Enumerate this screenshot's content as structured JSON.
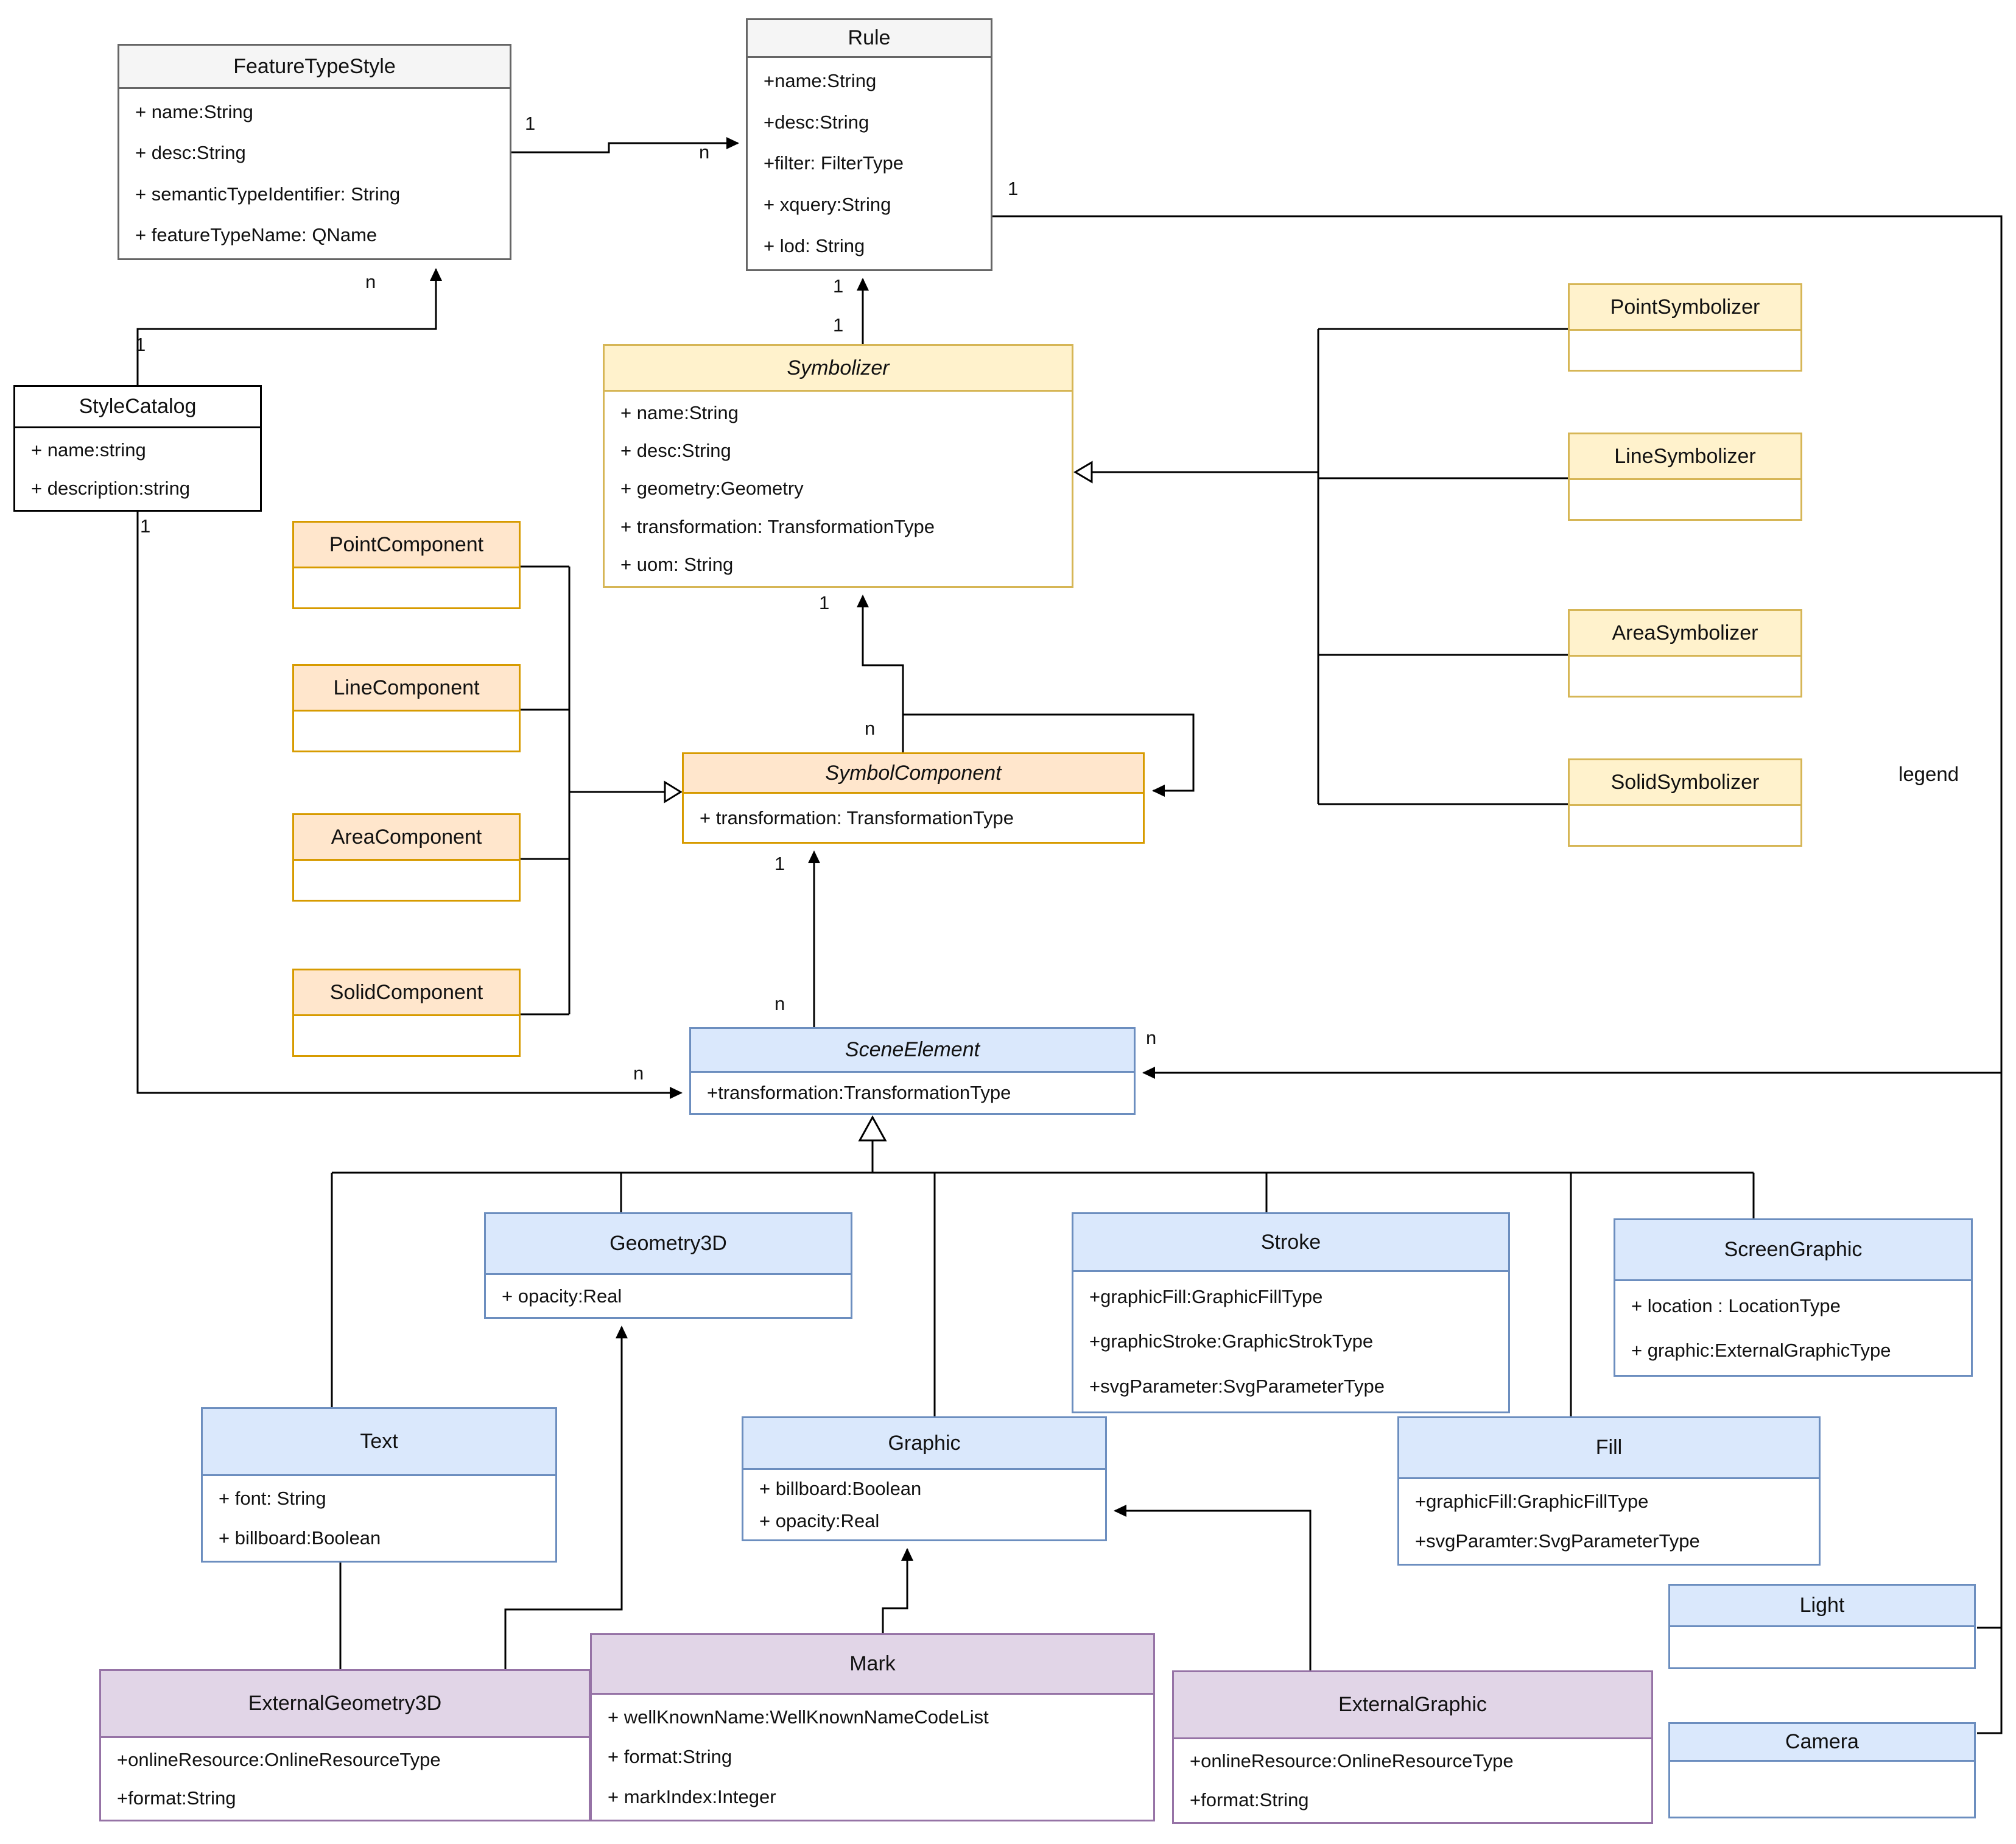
{
  "legend_label": "legend",
  "multiplicity": {
    "one": "1",
    "many": "n"
  },
  "classes": [
    {
      "id": "FeatureTypeStyle",
      "title": "FeatureTypeStyle",
      "italic": false,
      "attributes": [
        "+ name:String",
        "+ desc:String",
        "+ semanticTypeIdentifier: String",
        "+ featureTypeName: QName"
      ]
    },
    {
      "id": "Rule",
      "title": "Rule",
      "italic": false,
      "attributes": [
        "+name:String",
        "+desc:String",
        "+filter: FilterType",
        "+ xquery:String",
        "+ lod: String"
      ]
    },
    {
      "id": "StyleCatalog",
      "title": "StyleCatalog",
      "italic": false,
      "attributes": [
        "+ name:string",
        "+ description:string"
      ]
    },
    {
      "id": "Symbolizer",
      "title": "Symbolizer",
      "italic": true,
      "attributes": [
        "+ name:String",
        "+ desc:String",
        "+ geometry:Geometry",
        "+ transformation: TransformationType",
        "+ uom: String"
      ]
    },
    {
      "id": "PointComponent",
      "title": "PointComponent",
      "italic": false,
      "attributes": []
    },
    {
      "id": "LineComponent",
      "title": "LineComponent",
      "italic": false,
      "attributes": []
    },
    {
      "id": "AreaComponent",
      "title": "AreaComponent",
      "italic": false,
      "attributes": []
    },
    {
      "id": "SolidComponent",
      "title": "SolidComponent",
      "italic": false,
      "attributes": []
    },
    {
      "id": "SymbolComponent",
      "title": "SymbolComponent",
      "italic": true,
      "attributes": [
        "+ transformation: TransformationType"
      ]
    },
    {
      "id": "PointSymbolizer",
      "title": "PointSymbolizer",
      "italic": false,
      "attributes": []
    },
    {
      "id": "LineSymbolizer",
      "title": "LineSymbolizer",
      "italic": false,
      "attributes": []
    },
    {
      "id": "AreaSymbolizer",
      "title": "AreaSymbolizer",
      "italic": false,
      "attributes": []
    },
    {
      "id": "SolidSymbolizer",
      "title": "SolidSymbolizer",
      "italic": false,
      "attributes": []
    },
    {
      "id": "SceneElement",
      "title": "SceneElement",
      "italic": true,
      "attributes": [
        "+transformation:TransformationType"
      ]
    },
    {
      "id": "Geometry3D",
      "title": "Geometry3D",
      "italic": false,
      "attributes": [
        "+ opacity:Real"
      ]
    },
    {
      "id": "Stroke",
      "title": "Stroke",
      "italic": false,
      "attributes": [
        "+graphicFill:GraphicFillType",
        "+graphicStroke:GraphicStrokType",
        "+svgParameter:SvgParameterType"
      ]
    },
    {
      "id": "ScreenGraphic",
      "title": "ScreenGraphic",
      "italic": false,
      "attributes": [
        "+ location : LocationType",
        "+ graphic:ExternalGraphicType"
      ]
    },
    {
      "id": "Text",
      "title": "Text",
      "italic": false,
      "attributes": [
        "+ font: String",
        "+ billboard:Boolean"
      ]
    },
    {
      "id": "Graphic",
      "title": "Graphic",
      "italic": false,
      "attributes": [
        "+ billboard:Boolean",
        "+ opacity:Real"
      ]
    },
    {
      "id": "Fill",
      "title": "Fill",
      "italic": false,
      "attributes": [
        "+graphicFill:GraphicFillType",
        "+svgParamter:SvgParameterType"
      ]
    },
    {
      "id": "ExternalGeometry3D",
      "title": "ExternalGeometry3D",
      "italic": false,
      "attributes": [
        "+onlineResource:OnlineResourceType",
        "+format:String"
      ]
    },
    {
      "id": "Mark",
      "title": "Mark",
      "italic": false,
      "attributes": [
        "+ wellKnownName:WellKnownNameCodeList",
        "+ format:String",
        "+ markIndex:Integer"
      ]
    },
    {
      "id": "ExternalGraphic",
      "title": "ExternalGraphic",
      "italic": false,
      "attributes": [
        "+onlineResource:OnlineResourceType",
        "+format:String"
      ]
    },
    {
      "id": "Light",
      "title": "Light",
      "italic": false,
      "attributes": []
    },
    {
      "id": "Camera",
      "title": "Camera",
      "italic": false,
      "attributes": []
    }
  ],
  "colors": {
    "yellow_fill": "#fff2cc",
    "yellow_border": "#d6b656",
    "orange_fill": "#ffe6cc",
    "orange_border": "#d79b00",
    "blue_fill": "#dae8fc",
    "blue_border": "#6c8ebf",
    "purple_fill": "#e1d5e7",
    "purple_border": "#9673a6",
    "gray_fill": "#f5f5f5",
    "gray_border": "#666666",
    "line": "#000000"
  }
}
